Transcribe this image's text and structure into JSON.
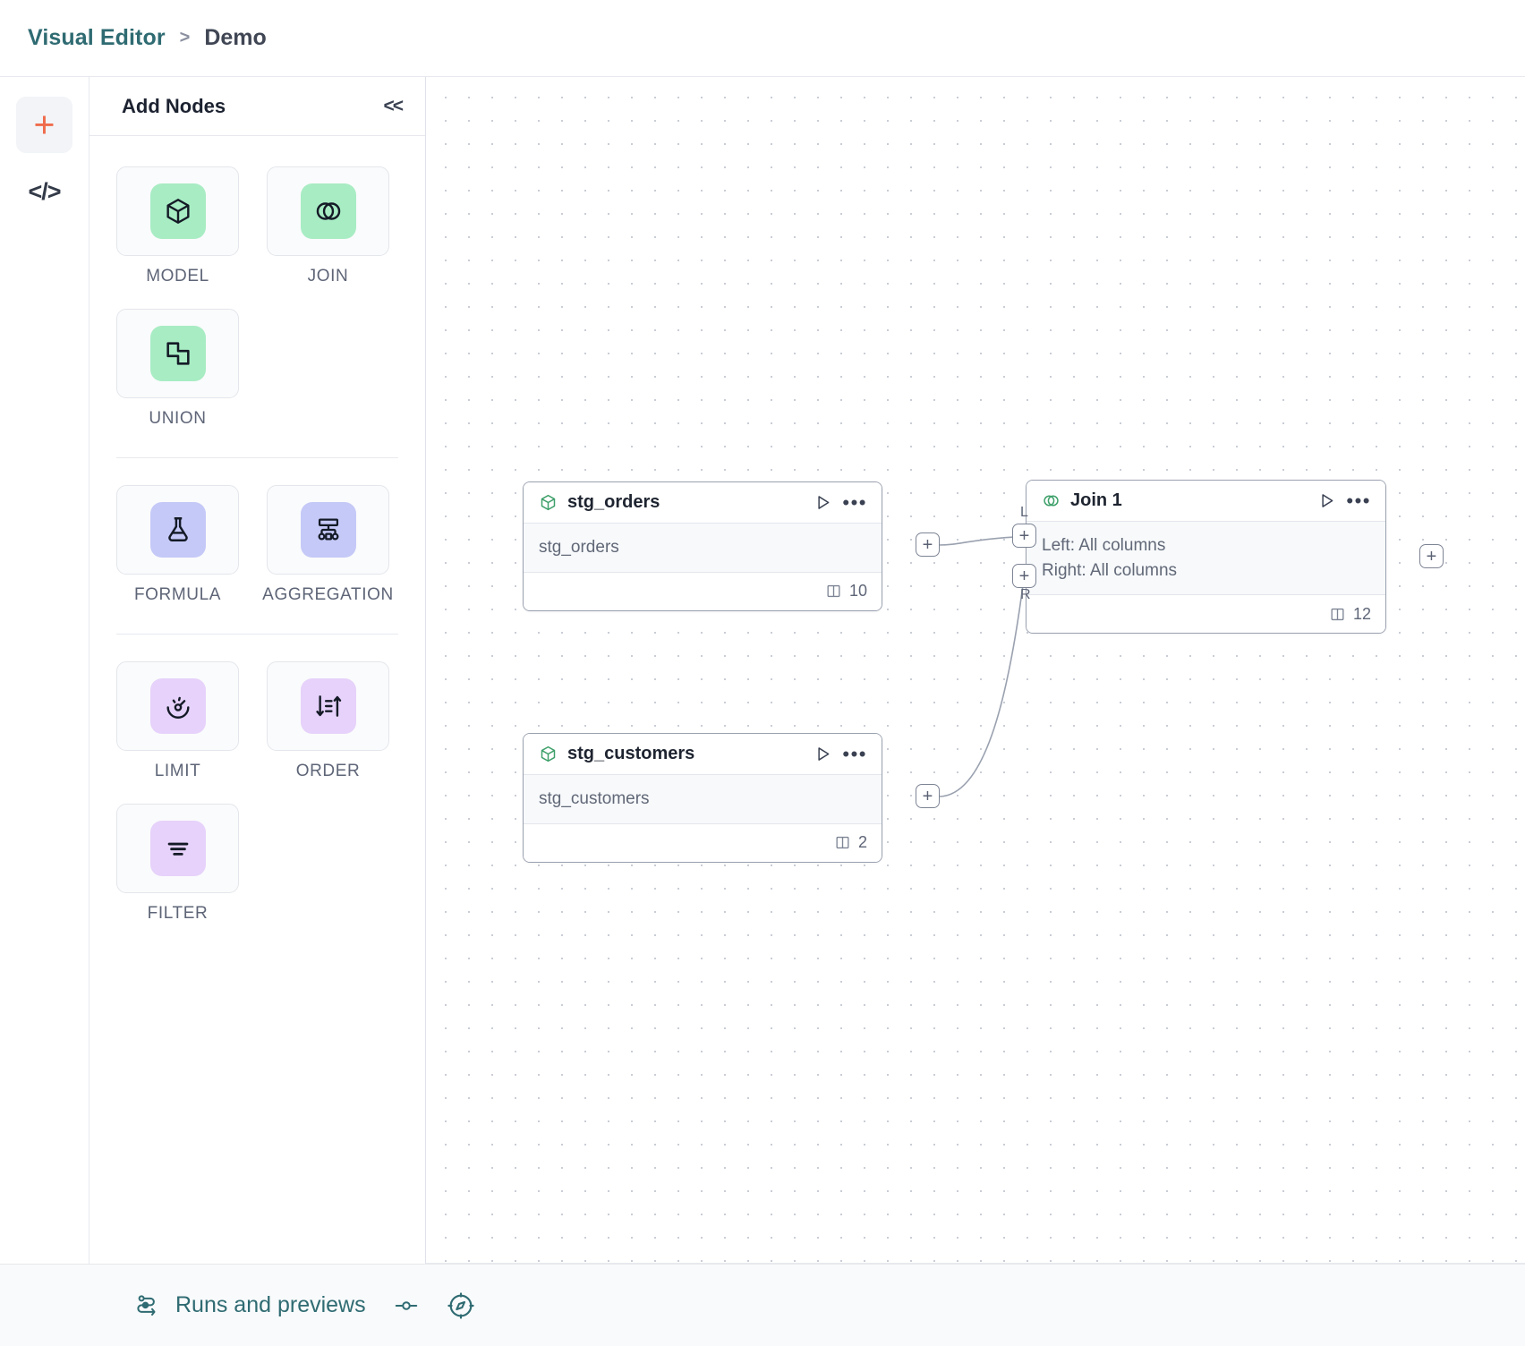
{
  "header": {
    "breadcrumb_root": "Visual Editor",
    "breadcrumb_separator": ">",
    "breadcrumb_leaf": "Demo"
  },
  "rail": {
    "add_icon": "plus-icon",
    "code_icon": "code-brackets-icon",
    "code_label": "</>"
  },
  "palette": {
    "title": "Add Nodes",
    "collapse_label": "<<",
    "groups": [
      {
        "items": [
          {
            "label": "MODEL",
            "icon": "cube-icon",
            "chip": "chip-green"
          },
          {
            "label": "JOIN",
            "icon": "venn-circles-icon",
            "chip": "chip-green"
          },
          {
            "label": "UNION",
            "icon": "union-shapes-icon",
            "chip": "chip-green"
          }
        ]
      },
      {
        "items": [
          {
            "label": "FORMULA",
            "icon": "flask-icon",
            "chip": "chip-indigo"
          },
          {
            "label": "AGGREGATION",
            "icon": "hierarchy-icon",
            "chip": "chip-indigo"
          }
        ]
      },
      {
        "items": [
          {
            "label": "LIMIT",
            "icon": "gauge-icon",
            "chip": "chip-violet"
          },
          {
            "label": "ORDER",
            "icon": "sort-icon",
            "chip": "chip-violet"
          },
          {
            "label": "FILTER",
            "icon": "filter-icon",
            "chip": "chip-violet"
          }
        ]
      }
    ]
  },
  "canvas": {
    "nodes": [
      {
        "id": "stg_orders",
        "title": "stg_orders",
        "icon": "cube-icon",
        "body_lines": [
          "stg_orders"
        ],
        "columns_count": "10",
        "columns_icon": "columns-icon",
        "run_icon": "play-icon",
        "more_icon": "ellipsis-icon"
      },
      {
        "id": "stg_customers",
        "title": "stg_customers",
        "icon": "cube-icon",
        "body_lines": [
          "stg_customers"
        ],
        "columns_count": "2",
        "columns_icon": "columns-icon",
        "run_icon": "play-icon",
        "more_icon": "ellipsis-icon"
      },
      {
        "id": "join_1",
        "title": "Join 1",
        "icon": "venn-circles-icon",
        "body_lines": [
          "Left: All columns",
          "Right: All columns"
        ],
        "columns_count": "12",
        "columns_icon": "columns-icon",
        "run_icon": "play-icon",
        "more_icon": "ellipsis-icon"
      }
    ],
    "handles": {
      "plus": "+",
      "left_tag": "L",
      "right_tag": "R"
    }
  },
  "bottom_bar": {
    "runs_label": "Runs and previews",
    "runs_icon": "flow-runs-icon",
    "toggle_icon": "slider-toggle-icon",
    "compass_icon": "compass-icon"
  },
  "colors": {
    "brand_teal": "#2f6b72",
    "accent_orange": "#ef6c4d",
    "chip_green": "#a8ecc4",
    "chip_indigo": "#c5c9f7",
    "chip_violet": "#e6d2fa",
    "node_icon_green": "#3ea06a",
    "edge_stroke": "#9aa1af"
  }
}
